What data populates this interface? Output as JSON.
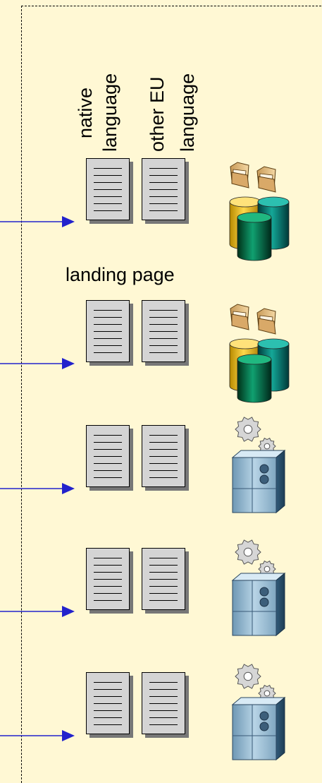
{
  "column_headers": {
    "native": [
      "native",
      "language"
    ],
    "other": [
      "other EU",
      "language"
    ]
  },
  "landing_label": "landing page",
  "rows": [
    {
      "id": 1,
      "icon": "folders-database-icon"
    },
    {
      "id": 2,
      "icon": "folders-database-icon"
    },
    {
      "id": 3,
      "icon": "gears-server-icon"
    },
    {
      "id": 4,
      "icon": "gears-server-icon"
    },
    {
      "id": 5,
      "icon": "gears-server-icon"
    }
  ],
  "colors": {
    "background": "#fff8d4",
    "arrow": "#2222cc",
    "document": "#d4d4d4"
  }
}
